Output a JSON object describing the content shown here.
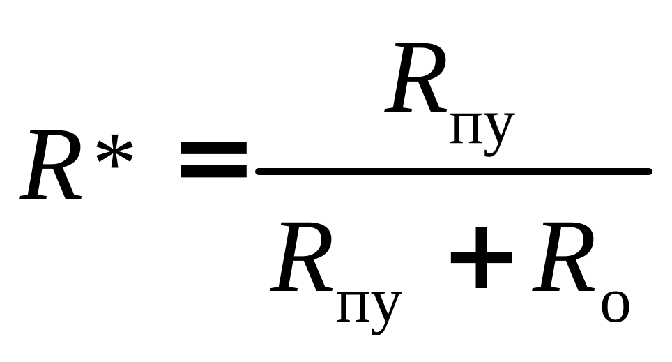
{
  "formula": {
    "lhs": {
      "variable": "R",
      "star": "*"
    },
    "equals": "=",
    "numerator": {
      "variable": "R",
      "subscript": "пу"
    },
    "denominator": {
      "term1_variable": "R",
      "term1_subscript": "пу",
      "plus": "+",
      "term2_variable": "R",
      "term2_subscript": "о"
    }
  }
}
